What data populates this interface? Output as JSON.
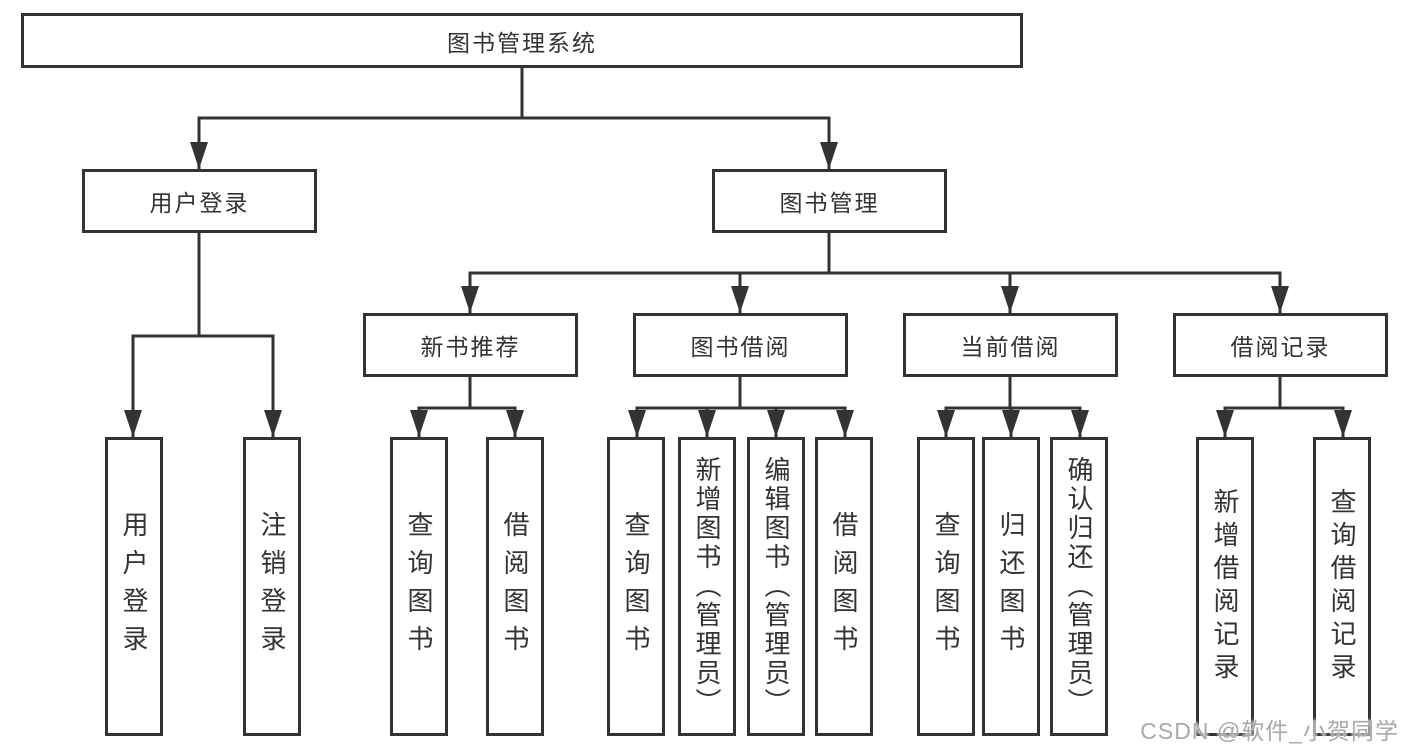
{
  "nodes": {
    "root": {
      "label": "图书管理系统"
    },
    "user_login": {
      "label": "用户登录"
    },
    "book_mgmt": {
      "label": "图书管理"
    },
    "new_book_rec": {
      "label": "新书推荐"
    },
    "book_borrow": {
      "label": "图书借阅"
    },
    "current_borrow": {
      "label": "当前借阅"
    },
    "borrow_records": {
      "label": "借阅记录"
    },
    "leaf_user_login": {
      "label": "用户登录"
    },
    "leaf_logout": {
      "label": "注销登录"
    },
    "leaf_query_books_1": {
      "label": "查询图书"
    },
    "leaf_borrow_books_1": {
      "label": "借阅图书"
    },
    "leaf_query_books_2": {
      "label": "查询图书"
    },
    "leaf_add_book": {
      "label": "新增图书（管理员）"
    },
    "leaf_edit_book": {
      "label": "编辑图书（管理员）"
    },
    "leaf_borrow_books_2": {
      "label": "借阅图书"
    },
    "leaf_query_books_3": {
      "label": "查询图书"
    },
    "leaf_return_book": {
      "label": "归还图书"
    },
    "leaf_confirm_return": {
      "label": "确认归还（管理员）"
    },
    "leaf_add_borrow_record": {
      "label": "新增借阅记录"
    },
    "leaf_query_borrow_record": {
      "label": "查询借阅记录"
    }
  },
  "watermark": "CSDN @软件_小贺同学",
  "colors": {
    "line": "#333333",
    "text": "#333333",
    "watermark": "#a9a9a9",
    "background": "#ffffff"
  }
}
